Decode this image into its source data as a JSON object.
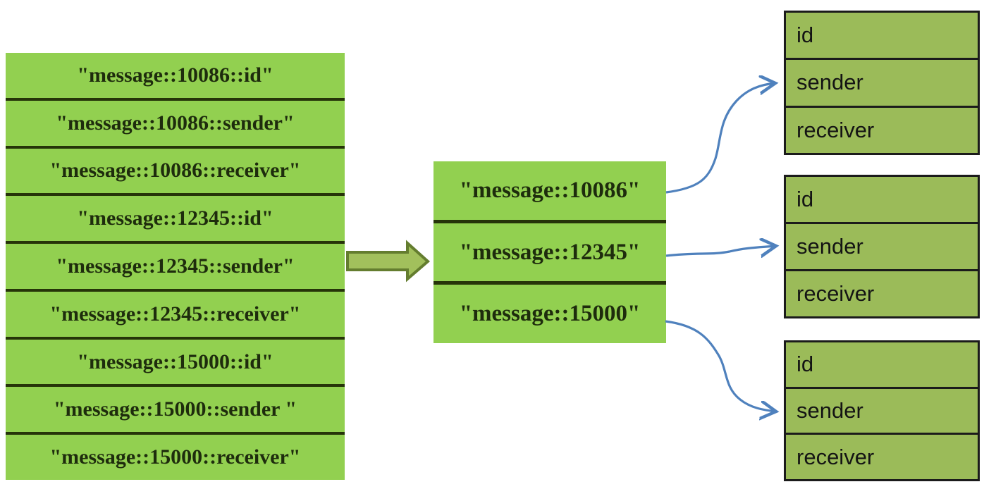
{
  "left_panel": {
    "rows": [
      "\"message::10086::id\"",
      "\"message::10086::sender\"",
      "\"message::10086::receiver\"",
      "\"message::12345::id\"",
      "\"message::12345::sender\"",
      "\"message::12345::receiver\"",
      "\"message::15000::id\"",
      "\"message::15000::sender \"",
      "\"message::15000::receiver\""
    ]
  },
  "middle_panel": {
    "rows": [
      "\"message::10086\"",
      "\"message::12345\"",
      "\"message::15000\""
    ]
  },
  "right_tables": [
    {
      "rows": [
        "id",
        "sender",
        "receiver"
      ]
    },
    {
      "rows": [
        "id",
        "sender",
        "receiver"
      ]
    },
    {
      "rows": [
        "id",
        "sender",
        "receiver"
      ]
    }
  ],
  "icons": {
    "transform_arrow": "block-arrow-right",
    "connector_top": "s-curve-arrow-up-right",
    "connector_middle": "curve-arrow-right",
    "connector_bottom": "s-curve-arrow-down-right"
  },
  "colors": {
    "key_cell_green": "#92d050",
    "field_cell_green": "#9bbb59",
    "separator_dark": "#263409",
    "table_border": "#1b1b1b",
    "block_arrow_fill": "#a2c05c",
    "block_arrow_stroke": "#647d2f",
    "connector_blue": "#4f81bd"
  }
}
